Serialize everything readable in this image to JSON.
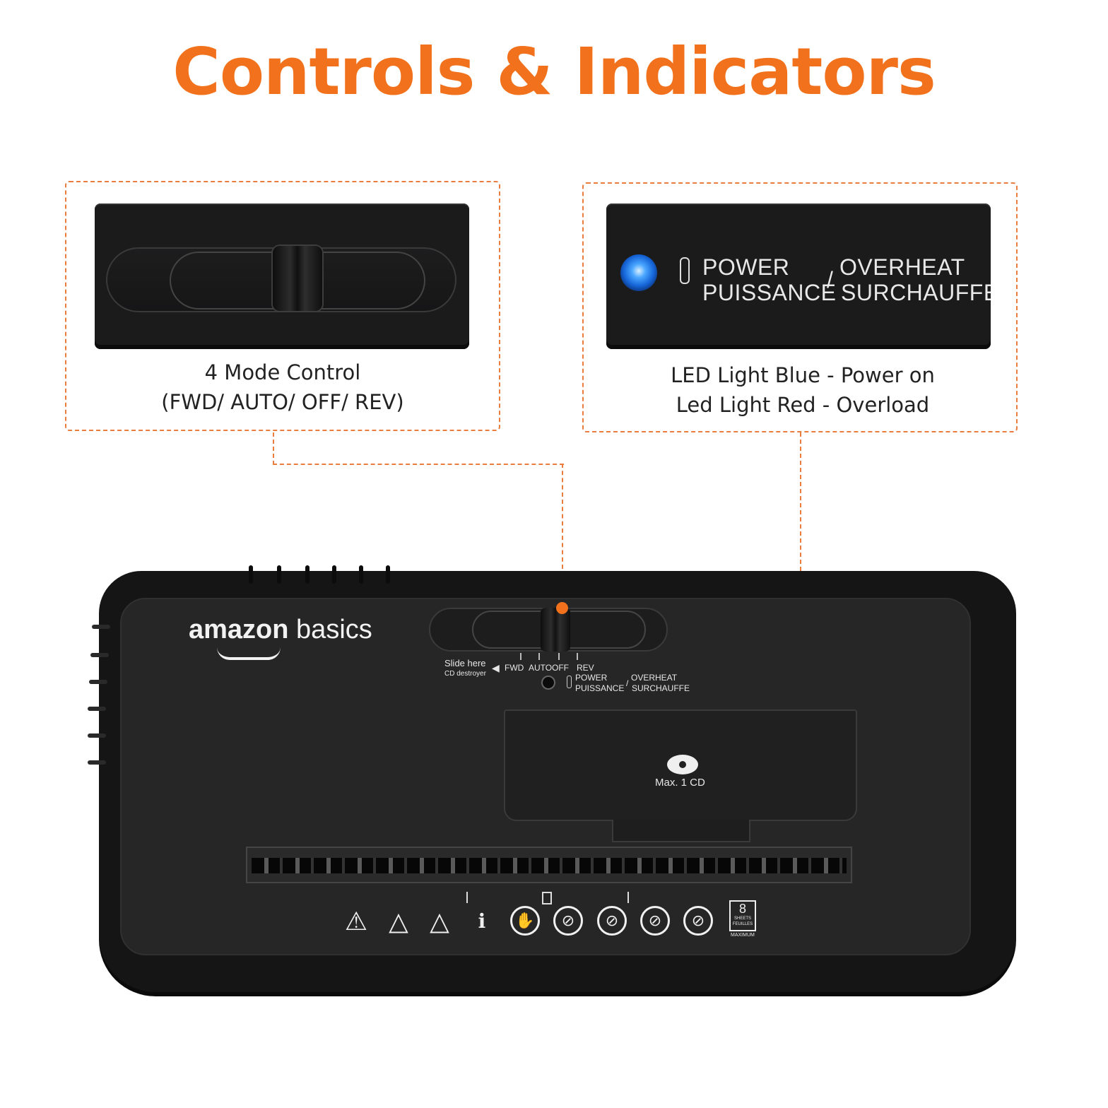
{
  "colors": {
    "accent": "#f2711c",
    "body": "#151516",
    "led_blue": "#1665d8"
  },
  "title": "Controls & Indicators",
  "callout_left": {
    "caption_line1": "4 Mode Control",
    "caption_line2": "(FWD/ AUTO/ OFF/ REV)"
  },
  "callout_right": {
    "power": "POWER",
    "puissance": "PUISSANCE",
    "overheat": "OVERHEAT",
    "surchauffe": "SURCHAUFFE",
    "slash": "/",
    "caption_line1": "LED Light Blue - Power on",
    "caption_line2": "Led Light Red - Overload"
  },
  "device": {
    "brand_bold": "amazon",
    "brand_light": "basics",
    "slide_here": "Slide here",
    "cd_destroyer": "CD destroyer",
    "arrow": "◀",
    "fwd": "FWD",
    "auto": "AUTO",
    "off": "OFF",
    "rev": "REV",
    "power": "POWER",
    "puissance": "PUISSANCE",
    "overheat": "OVERHEAT",
    "surchauffe": "SURCHAUFFE",
    "slash": "/",
    "cd_limit": "Max.  1 CD",
    "sheets_number": "8",
    "sheets_label": "SHEETS FEUILLES",
    "sheets_max": "MAXIMUM",
    "warning_icons": [
      "warning-icon",
      "hair-warning-icon",
      "gears-warning-icon",
      "manual-info-icon",
      "no-hand-icon",
      "no-tie-icon",
      "no-children-icon",
      "no-pets-icon",
      "no-spray-icon"
    ]
  }
}
